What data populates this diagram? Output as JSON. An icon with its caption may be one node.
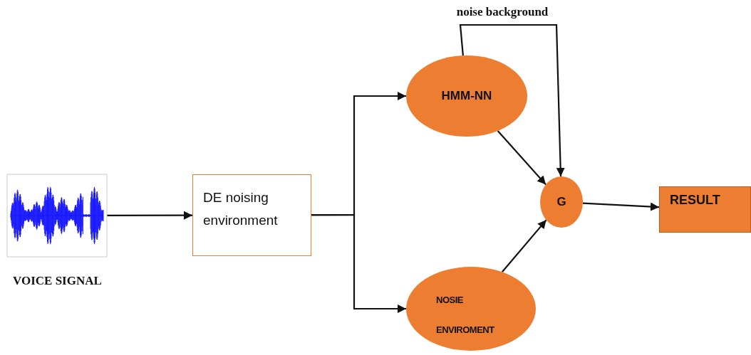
{
  "diagram": {
    "nodes": [
      {
        "text": [
          "VOICE SIGNAL"
        ]
      },
      {
        "text": [
          "DE noising environment"
        ]
      },
      {
        "text": [
          "HMM-NN"
        ]
      },
      {
        "text": [
          "NOSIE ENVIROMENT"
        ]
      },
      {
        "text": [
          "G"
        ]
      },
      {
        "text": [
          "RESULT"
        ]
      }
    ],
    "edges": [
      {
        "from": 0,
        "to": 1,
        "arrow": "to"
      },
      {
        "from": 1,
        "to": 2,
        "arrow": "to"
      },
      {
        "from": 1,
        "to": 3,
        "arrow": "to"
      },
      {
        "from": 2,
        "to": 4,
        "arrow": "to"
      },
      {
        "from": 2,
        "to": 4,
        "arrow": "to",
        "label": "noise background"
      },
      {
        "from": 3,
        "to": 4,
        "arrow": "to"
      },
      {
        "from": 4,
        "to": 5,
        "arrow": "to"
      }
    ]
  }
}
